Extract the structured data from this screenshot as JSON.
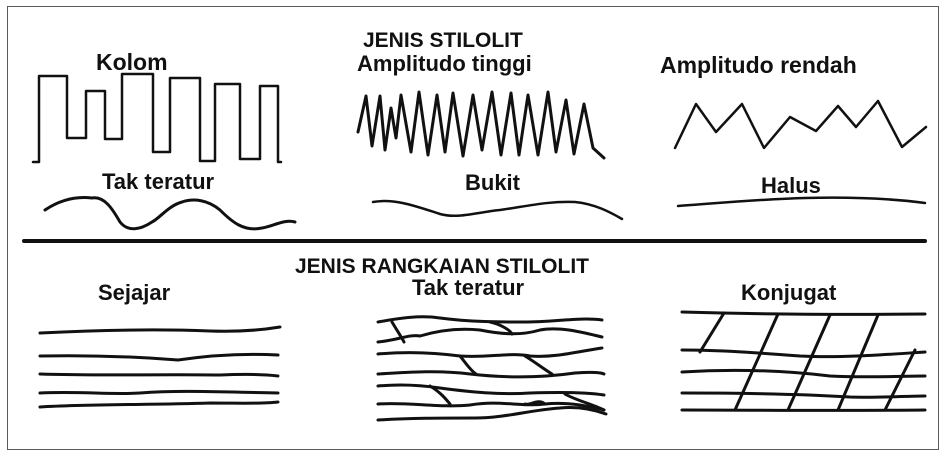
{
  "top_section": {
    "title": "JENIS STILOLIT",
    "types": [
      {
        "label": "Kolom"
      },
      {
        "label": "Amplitudo tinggi"
      },
      {
        "label": "Amplitudo rendah"
      },
      {
        "label": "Tak teratur"
      },
      {
        "label": "Bukit"
      },
      {
        "label": "Halus"
      }
    ]
  },
  "bottom_section": {
    "title": "JENIS RANGKAIAN STILOLIT",
    "types": [
      {
        "label": "Sejajar"
      },
      {
        "label": "Tak teratur"
      },
      {
        "label": "Konjugat"
      }
    ]
  }
}
